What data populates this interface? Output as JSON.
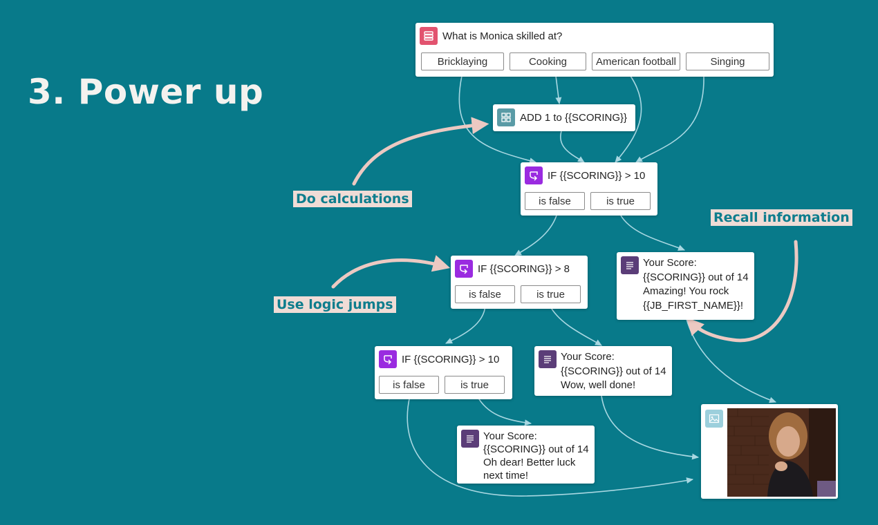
{
  "slide": {
    "title": "3. Power up"
  },
  "callouts": {
    "calculations": "Do calculations",
    "logic": "Use logic jumps",
    "recall": "Recall  information"
  },
  "question": {
    "icon": "list-icon",
    "text": "What is Monica skilled at?",
    "choices": [
      "Bricklaying",
      "Cooking",
      "American football",
      "Singing"
    ]
  },
  "calc": {
    "icon": "calculator-icon",
    "text": "ADD 1 to {{SCORING}}"
  },
  "logic1": {
    "icon": "logic-jump-icon",
    "text": "IF {{SCORING}} > 10",
    "false_label": "is false",
    "true_label": "is true"
  },
  "logic2": {
    "icon": "logic-jump-icon",
    "text": "IF {{SCORING}} > 8",
    "false_label": "is false",
    "true_label": "is true"
  },
  "logic3": {
    "icon": "logic-jump-icon",
    "text": "IF {(SCORING}} > 10",
    "false_label": "is false",
    "true_label": "is true"
  },
  "statement1": {
    "icon": "text-lines-icon",
    "lines": [
      "Your Score:",
      "{{SCORING}} out of 14",
      "Amazing! You rock",
      "{{JB_FIRST_NAME}}!"
    ]
  },
  "statement2": {
    "icon": "text-lines-icon",
    "lines": [
      "Your Score:",
      "{{SCORING}} out of 14",
      "Wow, well done!"
    ]
  },
  "statement3": {
    "icon": "text-lines-icon",
    "lines": [
      "Your Score:",
      "{{SCORING}} out of 14",
      "Oh dear! Better luck",
      "next time!"
    ]
  },
  "image_node": {
    "icon": "image-icon"
  },
  "colors": {
    "background": "#087a8a",
    "callout_bg": "#f0dcd6",
    "callout_text": "#0e7d8d",
    "connector": "#a9d8e2",
    "arrow_highlight": "#ecc9c2",
    "question_icon": "#e2536f",
    "calc_icon": "#5a9ba6",
    "logic_icon": "#9a2be0",
    "statement_icon": "#5b3d78",
    "image_icon": "#9ccfdc"
  }
}
